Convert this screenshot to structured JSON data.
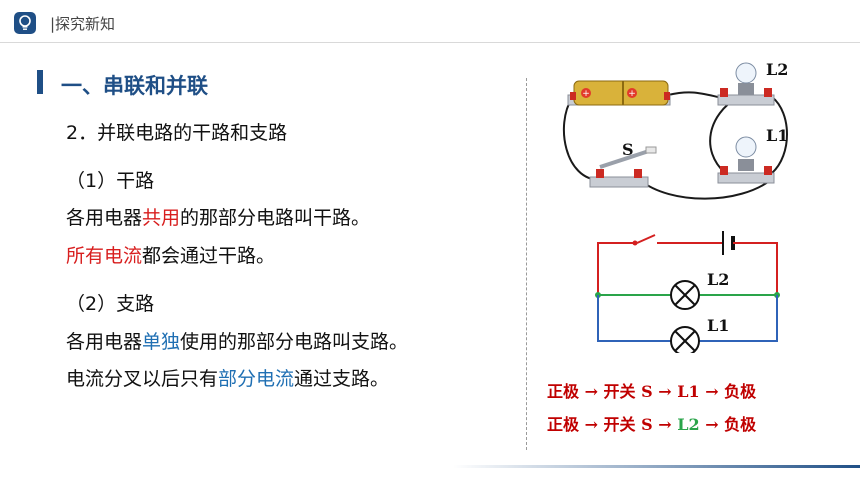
{
  "header": {
    "title": "|探究新知",
    "icon": "lightbulb-icon"
  },
  "section": {
    "title": "一、串联和并联"
  },
  "content": {
    "subtitle": "2．并联电路的干路和支路",
    "item1": {
      "heading": "（1）干路",
      "line1": {
        "a": "各用电器",
        "b": "共用",
        "c": "的那部分电路叫干路。"
      },
      "line2": {
        "a": "所有电流",
        "b": "都会通过干路。"
      }
    },
    "item2": {
      "heading": "（2）支路",
      "line1": {
        "a": "各用电器",
        "b": "单独",
        "c": "使用的那部分电路叫支路。"
      },
      "line2": {
        "a": "电流分叉以后只有",
        "b": "部分电流",
        "c": "通过支路。"
      }
    }
  },
  "figure": {
    "labels": {
      "s": "S",
      "l2": "L2",
      "l1": "L1"
    },
    "schematic_labels": {
      "l2": "L2",
      "l1": "L1"
    }
  },
  "paths": {
    "p1": {
      "start": "正极 → 开关 S →",
      "lamp": "L1",
      "end": "→ 负极"
    },
    "p2": {
      "start": "正极 → 开关 S →",
      "lamp": "L2",
      "end": "→ 负极"
    }
  },
  "colors": {
    "accent": "#1f4f86",
    "highlight_red": "#d81e1e",
    "highlight_blue": "#1f6fb3",
    "branch_green": "#2aa44a"
  }
}
